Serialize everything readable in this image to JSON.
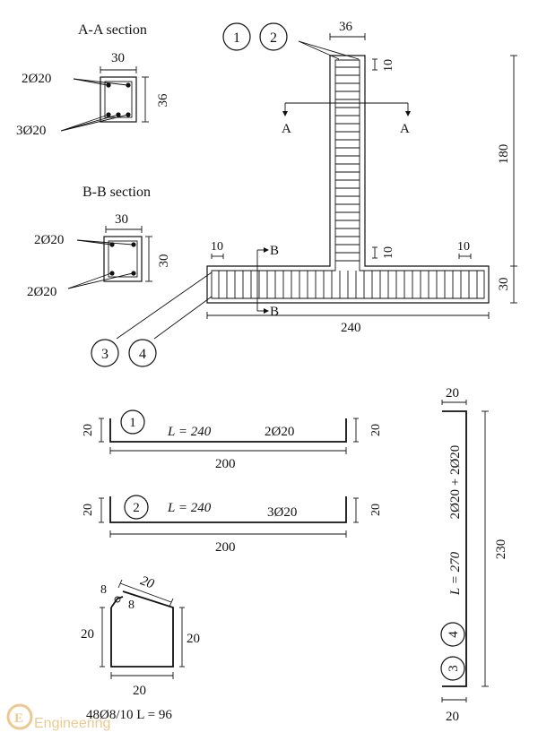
{
  "sections": {
    "aa_title": "A-A section",
    "aa_width": "30",
    "aa_height": "36",
    "aa_top_bars": "2Ø20",
    "aa_bottom_bars": "3Ø20",
    "bb_title": "B-B section",
    "bb_width": "30",
    "bb_height": "30",
    "bb_top_bars": "2Ø20",
    "bb_bottom_bars": "2Ø20"
  },
  "elevation": {
    "marker1": "1",
    "marker2": "2",
    "marker3": "3",
    "marker4": "4",
    "column_width": "36",
    "top_cover": "10",
    "column_height": "180",
    "cut_a_left": "A",
    "cut_a_right": "A",
    "cut_b_top": "B",
    "cut_b_bottom": "B",
    "beam_left_cover": "10",
    "beam_mid_cover": "10",
    "beam_right_cover": "10",
    "beam_depth": "30",
    "beam_length": "240"
  },
  "bar_schedule": {
    "bar1_mark": "1",
    "bar1_length": "L = 240",
    "bar1_spec": "2Ø20",
    "bar1_left_hook": "20",
    "bar1_right_hook": "20",
    "bar1_straight": "200",
    "bar2_mark": "2",
    "bar2_length": "L = 240",
    "bar2_spec": "3Ø20",
    "bar2_left_hook": "20",
    "bar2_right_hook": "20",
    "bar2_straight": "200",
    "stirrup_hook_a": "8",
    "stirrup_hook_b": "8",
    "stirrup_hook_len": "20",
    "stirrup_left": "20",
    "stirrup_right": "20",
    "stirrup_bottom": "20",
    "stirrup_spec": "48Ø8/10 L = 96",
    "bar34_top": "20",
    "bar34_spec": "2Ø20 + 2Ø20",
    "bar34_length": "L = 270",
    "bar34_total": "230",
    "bar34_bottom": "20",
    "bar34_mark4": "4",
    "bar34_mark3": "3"
  },
  "watermark": {
    "text": "Engineering",
    "letter": "E",
    "color": "#e8b86a"
  }
}
